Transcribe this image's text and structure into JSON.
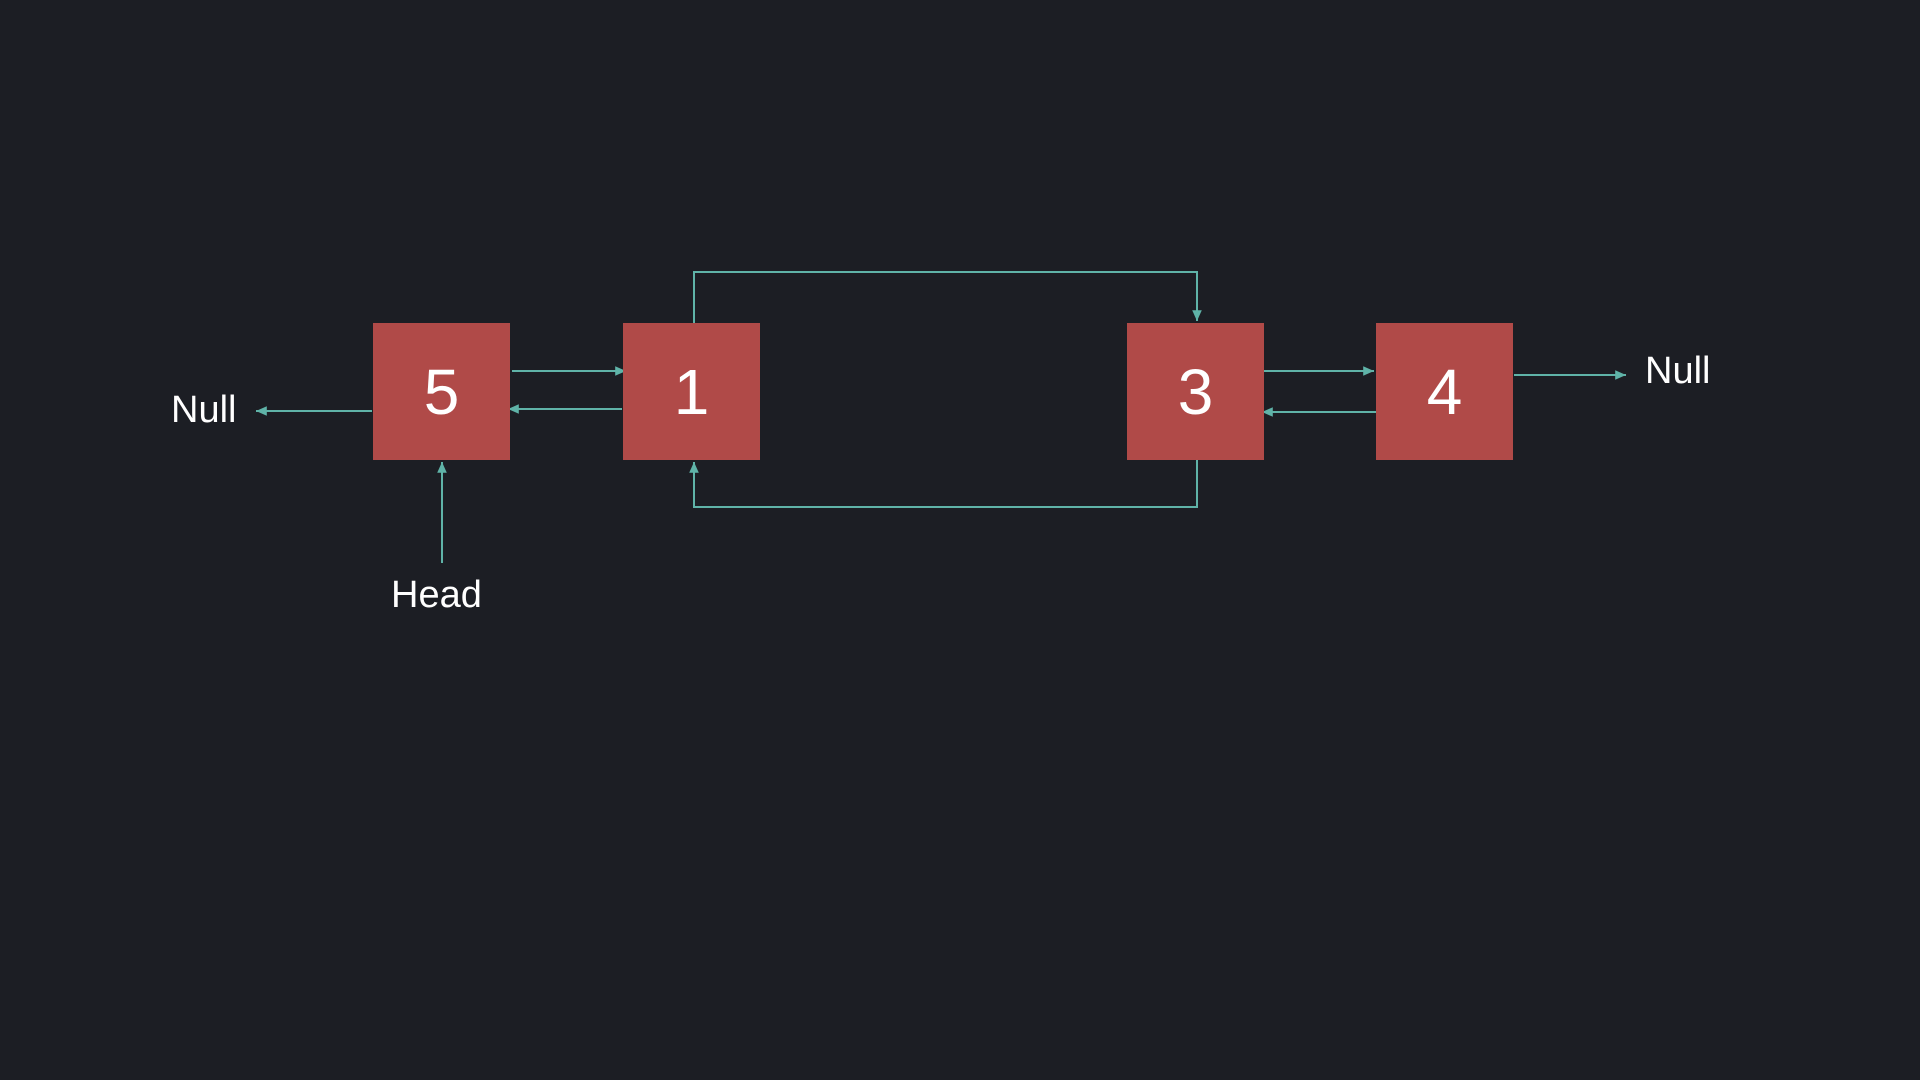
{
  "colors": {
    "background": "#1c1e24",
    "node_fill": "#b04a48",
    "arrow": "#5fb3a8",
    "text": "#ffffff"
  },
  "nodes": [
    {
      "value": "5"
    },
    {
      "value": "1"
    },
    {
      "value": "3"
    },
    {
      "value": "4"
    }
  ],
  "labels": {
    "null_left": "Null",
    "null_right": "Null",
    "head": "Head"
  }
}
